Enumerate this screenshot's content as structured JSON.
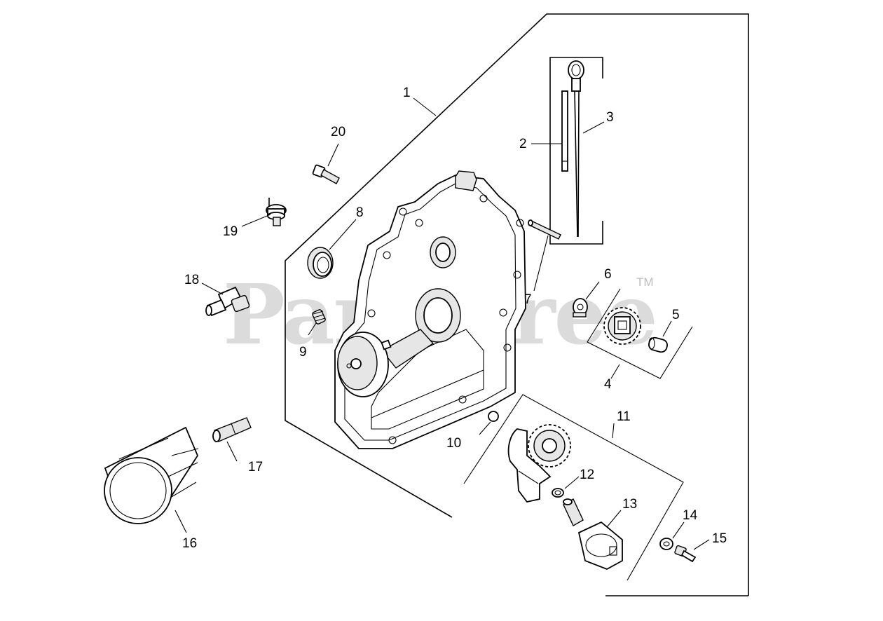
{
  "watermark": {
    "text": "PartsTree",
    "trademark": "TM"
  },
  "callouts": [
    {
      "id": "callout-1",
      "label": "1"
    },
    {
      "id": "callout-2",
      "label": "2"
    },
    {
      "id": "callout-3",
      "label": "3"
    },
    {
      "id": "callout-4",
      "label": "4"
    },
    {
      "id": "callout-5",
      "label": "5"
    },
    {
      "id": "callout-6",
      "label": "6"
    },
    {
      "id": "callout-7",
      "label": "7"
    },
    {
      "id": "callout-8",
      "label": "8"
    },
    {
      "id": "callout-9",
      "label": "9"
    },
    {
      "id": "callout-10",
      "label": "10"
    },
    {
      "id": "callout-11",
      "label": "11"
    },
    {
      "id": "callout-12",
      "label": "12"
    },
    {
      "id": "callout-13",
      "label": "13"
    },
    {
      "id": "callout-14",
      "label": "14"
    },
    {
      "id": "callout-15",
      "label": "15"
    },
    {
      "id": "callout-16",
      "label": "16"
    },
    {
      "id": "callout-17",
      "label": "17"
    },
    {
      "id": "callout-18",
      "label": "18"
    },
    {
      "id": "callout-19",
      "label": "19"
    },
    {
      "id": "callout-20",
      "label": "20"
    }
  ]
}
